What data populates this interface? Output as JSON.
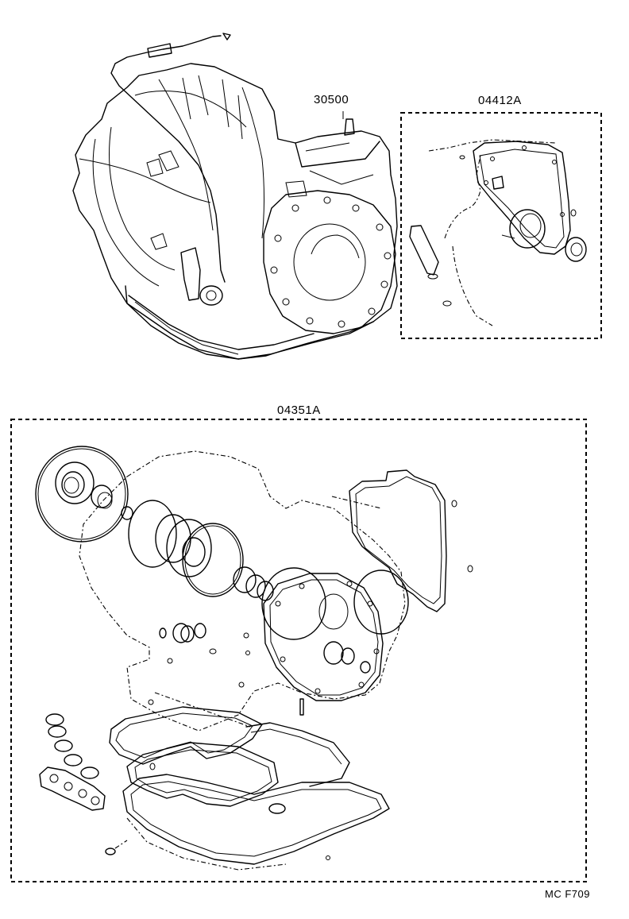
{
  "diagram": {
    "labels": {
      "transmission_assembly": "30500",
      "gasket_kit": "04412A",
      "overhaul_kit": "04351A"
    },
    "figure_code": "MC F709"
  }
}
